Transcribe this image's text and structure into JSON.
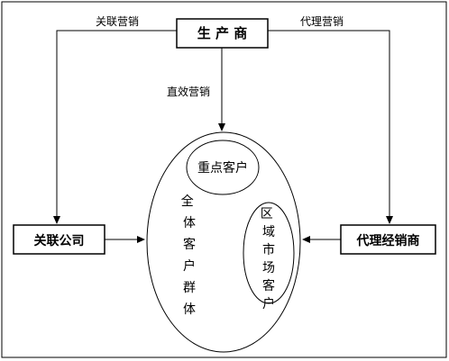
{
  "nodes": {
    "producer": "生 产 商",
    "affiliate": "关联公司",
    "distributor": "代理经销商",
    "key_customers": "重点客户",
    "all_customers": "全体客户群体",
    "regional_customers": "区域市场客户"
  },
  "edges": {
    "affiliate_marketing": "关联营销",
    "agent_marketing": "代理营销",
    "direct_marketing": "直效营销"
  }
}
